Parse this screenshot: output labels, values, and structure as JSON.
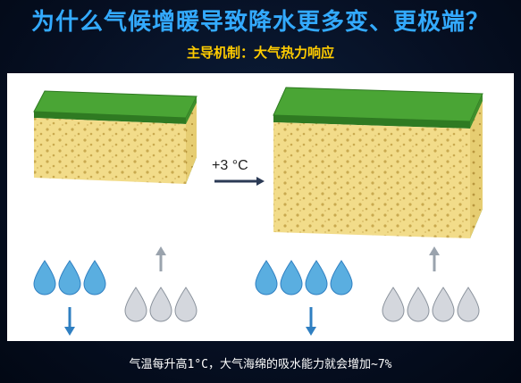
{
  "title": "为什么气候增暖导致降水更多变、更极端？",
  "subtitle": "主导机制：大气热力响应",
  "diagram": {
    "temperature_label": "+3 °C",
    "left": {
      "drops_colored": 3,
      "drops_gray": 3
    },
    "right": {
      "drops_colored": 4,
      "drops_gray": 4
    }
  },
  "caption": "气温每升高1°C，大气海绵的吸水能力就会增加~7%",
  "colors": {
    "title": "#33aaff",
    "subtitle": "#ffcc00",
    "sponge_green": "#4aa535",
    "sponge_yellow": "#f2dc8a",
    "drop_blue": "#5aaee0",
    "drop_gray": "#c8ccd4",
    "arrow_blue": "#2f7fc1",
    "arrow_gray": "#9aa3ad"
  }
}
